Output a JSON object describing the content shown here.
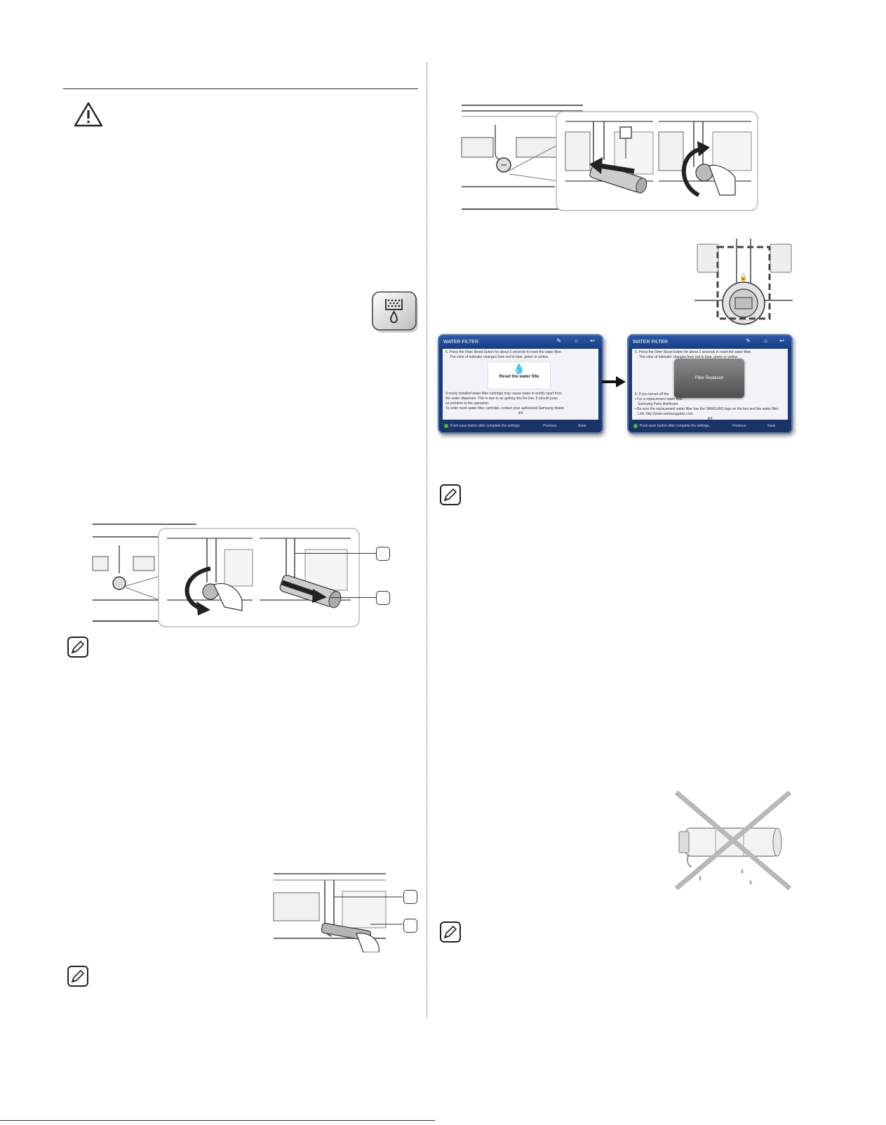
{
  "water_filter_screens": {
    "left": {
      "title": "WATER FILTER",
      "step5_line1": "5. Press the Filter Reset button for about 3 seconds to reset the water filter.",
      "step5_line2": "The color of indicator changes from red to blue, green or yellow.",
      "popup_label": "Reset the water filte",
      "body_line1": "A newly installed water filter cartridge may cause water to briefly spurt from",
      "body_line2": "the water dispenser. This is due to air getting into the line. It should pose",
      "body_line3": "no problem to the operation.",
      "body_line4": "To order more water filter cartridge, contact your authorized Samsung dealer.",
      "page": "4/4",
      "footer_hint": "Push save button after complete the settings.",
      "previous": "Previous",
      "save": "Save"
    },
    "right": {
      "title": "WATER FILTER",
      "step5_line1": "5. Press the Filter Reset button for about 3 seconds to reset the water filter.",
      "step5_line2": "The color of indicator changes from red to blue, green or yellow.",
      "popup_label": "Filter Replaced",
      "step6": "6. If you turned off the",
      "bullet1": "• For a replacement water filter",
      "bullet1b": "Samsung Parts distributor",
      "bullet2": "• Be sure the replacement water filter has the SAMSUNG logo on the box and the water filter.",
      "link": "Link: http://www.samsungparts.com",
      "page": "4/4",
      "footer_hint": "Push save button after complete the settings.",
      "previous": "Previous",
      "save": "Save"
    }
  },
  "colors": {
    "panel_blue": "#1d3a74",
    "panel_header": "#2c58a6",
    "indicator_green": "#3bbf3b",
    "cross_grey": "#b8b8b8"
  }
}
